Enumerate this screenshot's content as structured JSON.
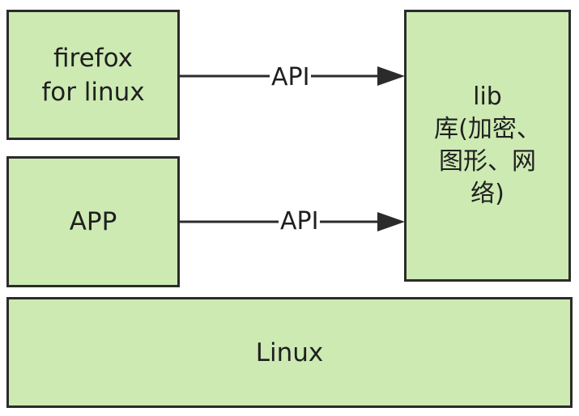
{
  "boxes": {
    "firefox": {
      "label": "firefox\nfor linux"
    },
    "app": {
      "label": "APP"
    },
    "lib": {
      "lines": [
        "lib",
        "库(加密、",
        "图形、网",
        "络)"
      ]
    },
    "linux": {
      "label": "Linux"
    }
  },
  "edges": [
    {
      "from": "firefox",
      "to": "lib",
      "label": "API"
    },
    {
      "from": "app",
      "to": "lib",
      "label": "API"
    }
  ],
  "colors": {
    "box_fill": "#cdeab3",
    "stroke": "#2b2b2b",
    "background": "#ffffff"
  }
}
